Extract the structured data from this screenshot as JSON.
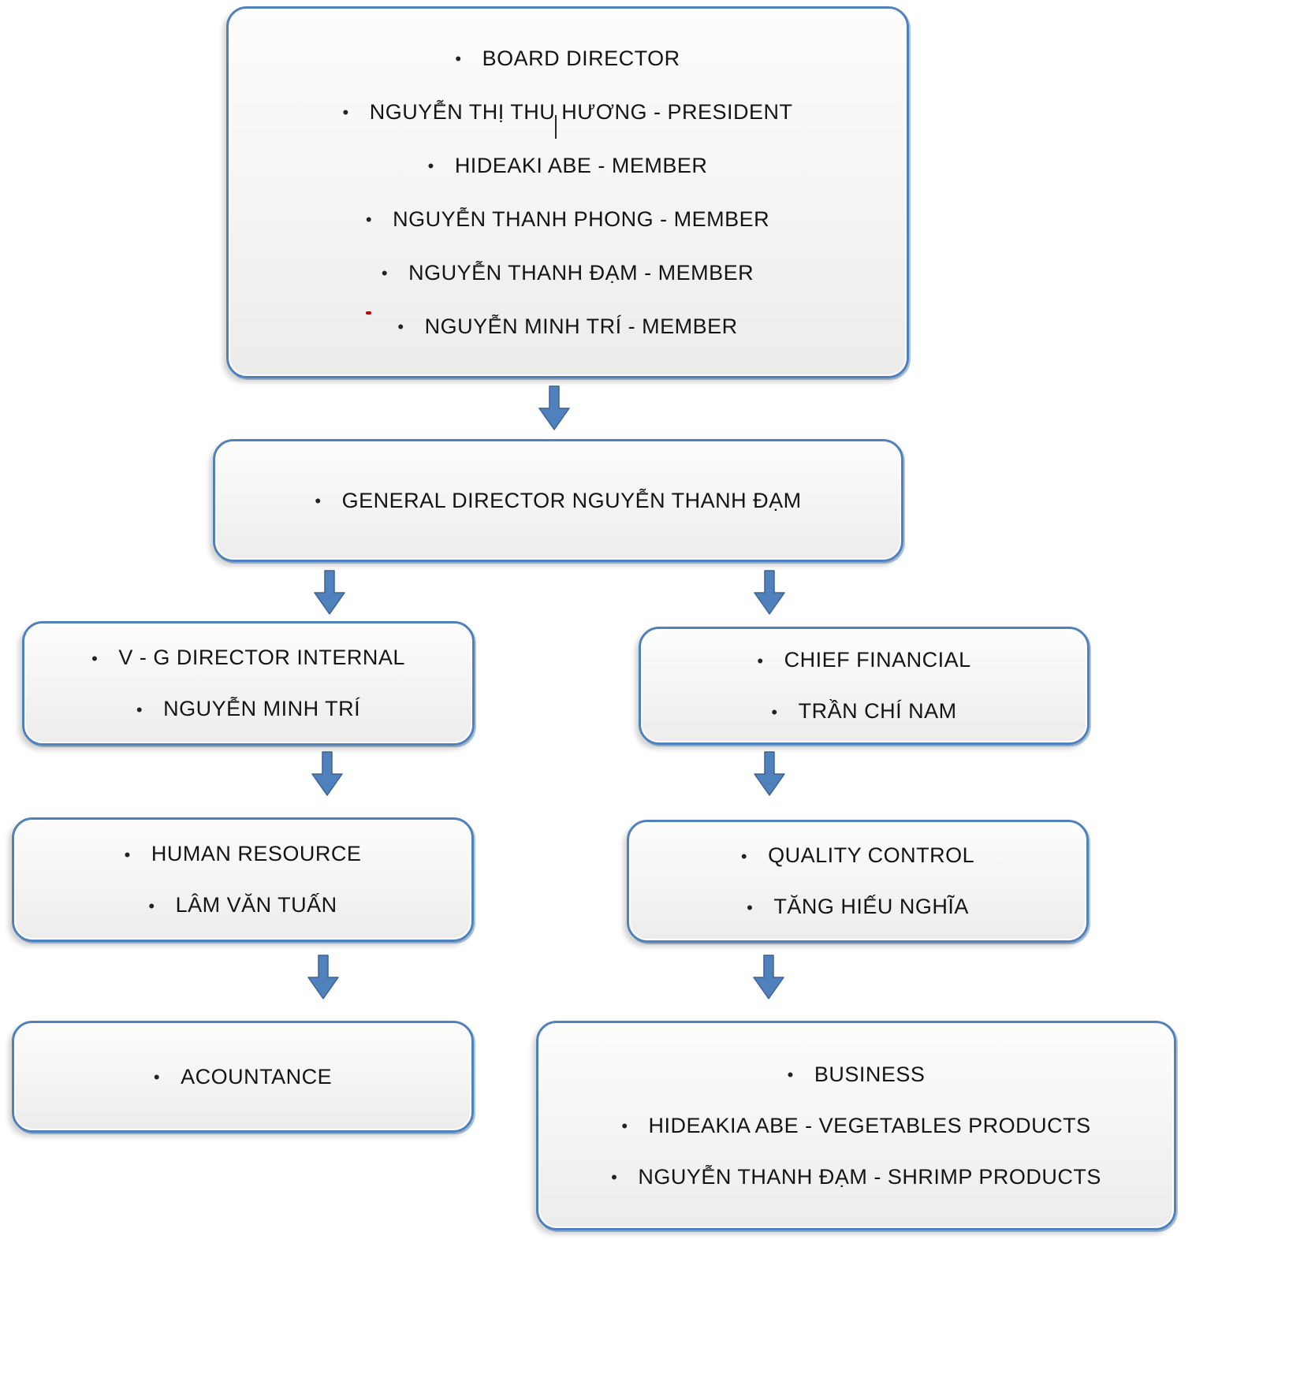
{
  "diagram": {
    "title": "Company organization chart",
    "colors": {
      "border": "#4f81bd",
      "arrow_fill": "#4f81bd",
      "arrow_edge": "#3c6396",
      "fill_top": "#fdfdfd",
      "fill_bottom": "#ececec",
      "text": "#141414"
    },
    "nodes": {
      "board": {
        "lines": [
          "BOARD DIRECTOR",
          "NGUYỄN THỊ THU HƯƠNG - PRESIDENT",
          "HIDEAKI ABE - MEMBER",
          "NGUYỄN THANH PHONG - MEMBER",
          "NGUYỄN THANH ĐẠM - MEMBER",
          "NGUYỄN MINH TRÍ - MEMBER"
        ]
      },
      "general_director": {
        "lines": [
          "GENERAL DIRECTOR NGUYỄN THANH ĐẠM"
        ]
      },
      "vg_director_internal": {
        "lines": [
          "V - G DIRECTOR INTERNAL",
          "NGUYỄN MINH TRÍ"
        ]
      },
      "chief_financial": {
        "lines": [
          "CHIEF FINANCIAL",
          "TRẦN CHÍ NAM"
        ]
      },
      "human_resource": {
        "lines": [
          "HUMAN RESOURCE",
          "LÂM VĂN TUẤN"
        ]
      },
      "quality_control": {
        "lines": [
          "QUALITY CONTROL",
          "TĂNG HIẾU NGHĨA"
        ]
      },
      "acountance": {
        "lines": [
          "ACOUNTANCE"
        ]
      },
      "business": {
        "lines": [
          "BUSINESS",
          "HIDEAKIA ABE - VEGETABLES PRODUCTS",
          "NGUYỄN THANH ĐẠM - SHRIMP PRODUCTS"
        ]
      }
    },
    "edges": [
      "board -> general_director",
      "general_director -> vg_director_internal",
      "general_director -> chief_financial",
      "vg_director_internal -> human_resource",
      "chief_financial -> quality_control",
      "human_resource -> acountance",
      "quality_control -> business"
    ]
  }
}
